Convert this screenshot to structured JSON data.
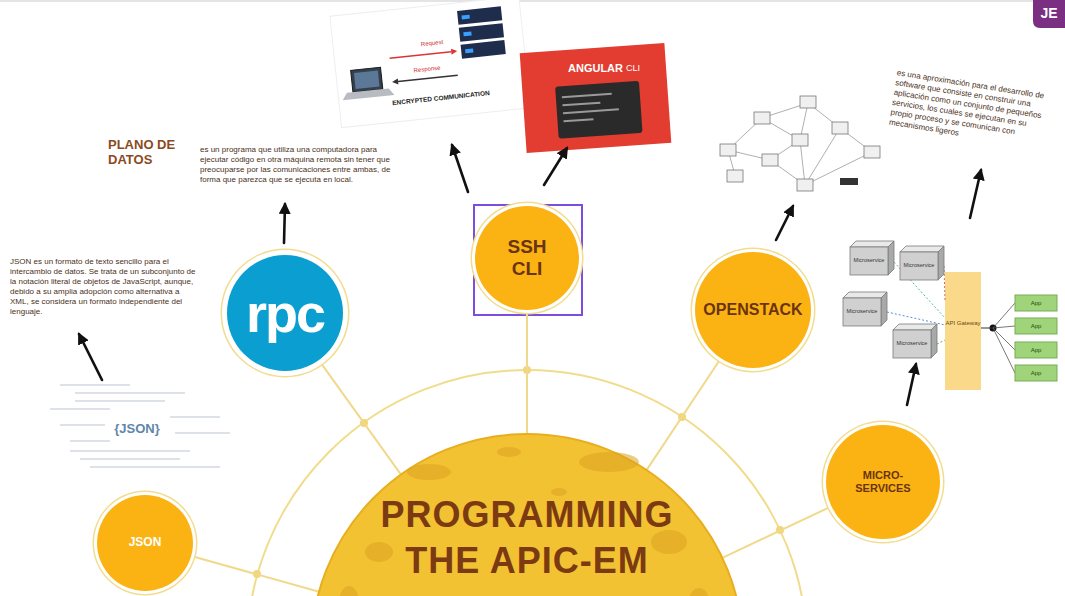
{
  "diagram": {
    "nodes": [
      {
        "text": [
          "PROGRAMMING THE APIC-EM"
        ]
      },
      {
        "text": [
          "JSON"
        ]
      },
      {
        "text": [
          "rpc"
        ]
      },
      {
        "text": [
          "SSH CLI"
        ]
      },
      {
        "text": [
          "OPENSTACK"
        ]
      },
      {
        "text": [
          "MICRO- SERVICES"
        ]
      }
    ],
    "edges": [
      {
        "from": 0,
        "to": 1,
        "arrow": "none"
      },
      {
        "from": 0,
        "to": 2,
        "arrow": "none"
      },
      {
        "from": 0,
        "to": 3,
        "arrow": "none"
      },
      {
        "from": 0,
        "to": 4,
        "arrow": "none"
      },
      {
        "from": 0,
        "to": 5,
        "arrow": "none"
      }
    ],
    "labels": [
      "PLANO DE DATOS",
      "es un programa que utiliza una computadora para ejecutar código en otra máquina remota sin tener que preocuparse por las comunicaciones entre ambas, de forma que parezca que se ejecuta en local.",
      "JSON es un formato de texto sencillo para el intercambio de datos. Se trata de un subconjunto de la notación literal de objetos de JavaScript, aunque, debido a su amplia adopción como alternativa a XML, se considera un formato independiente del lenguaje.",
      "es una aproximación para el desarrollo de software que consiste en construir una aplicación como un conjunto de pequeños servicios, los cuales se ejecutan en su propio proceso y se comunican con mecanismos ligeros",
      "JE",
      "Request",
      "Response",
      "ENCRYPTED COMMUNICATION",
      "ANGULAR",
      "CLI",
      "{JSON}",
      "API Gateway",
      "App",
      "App",
      "App",
      "App",
      "Microservice",
      "Microservice",
      "Microservice",
      "Microservice"
    ]
  }
}
